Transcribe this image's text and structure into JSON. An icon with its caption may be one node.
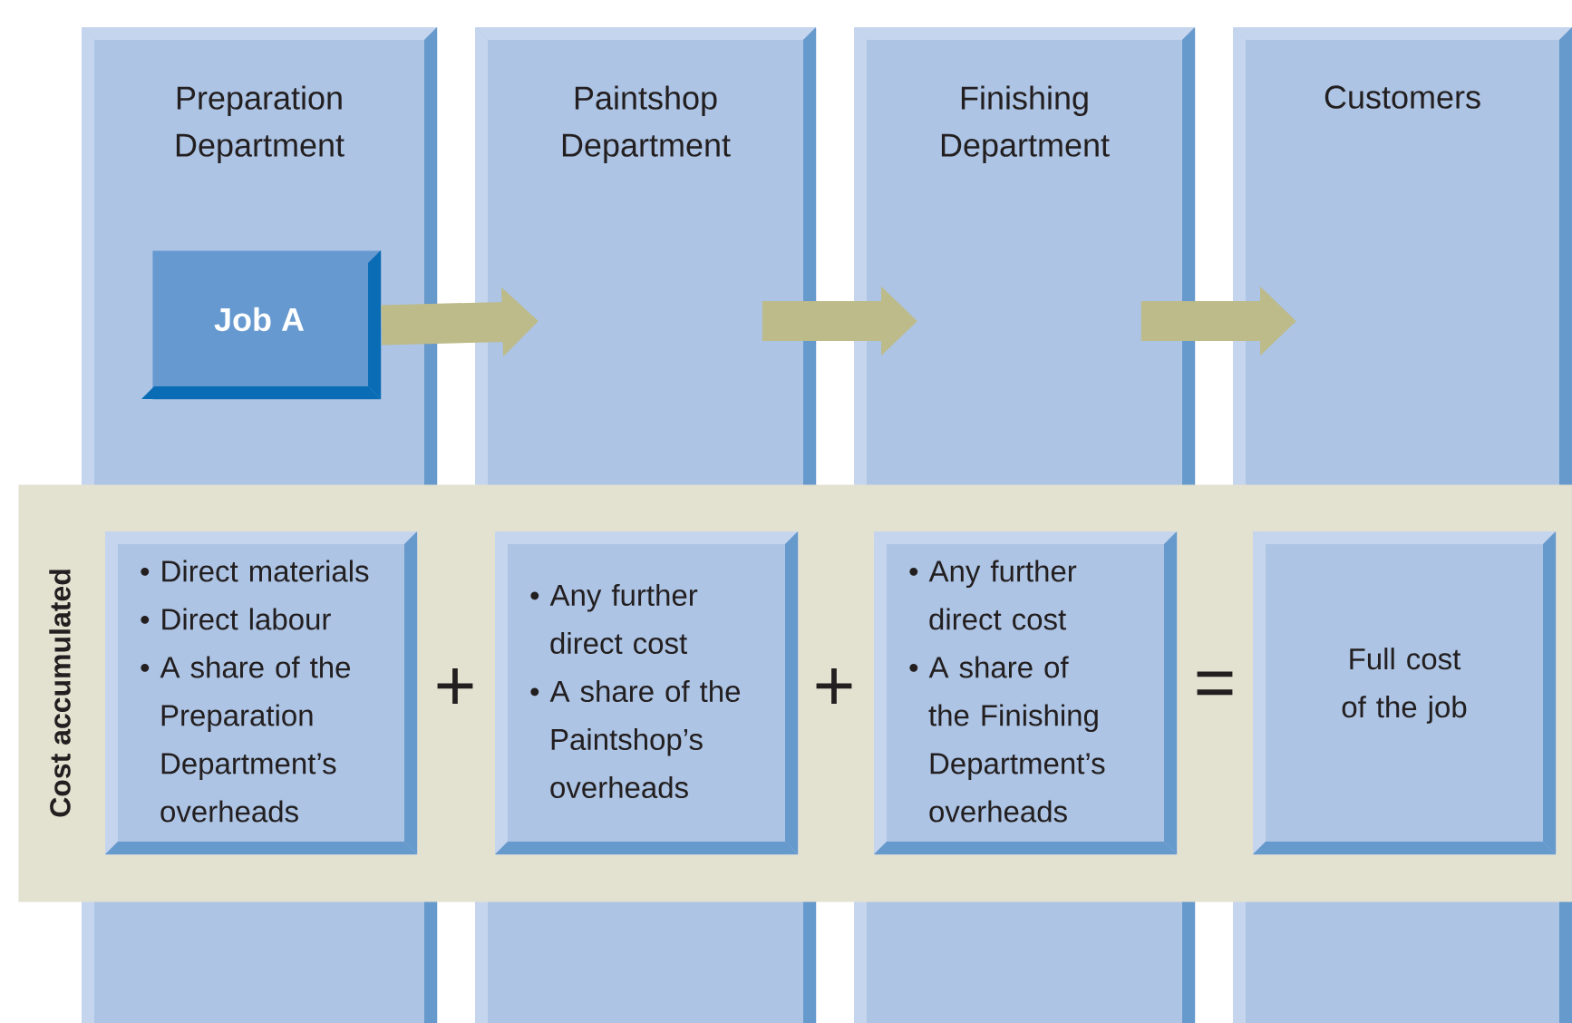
{
  "diagram": {
    "nodes": [
      {
        "text": [
          "Preparation Department"
        ]
      },
      {
        "text": [
          "Job A"
        ],
        "in": 0
      },
      {
        "text": [
          "Paintshop Department"
        ]
      },
      {
        "text": [
          "Finishing Department"
        ]
      },
      {
        "text": [
          "Customers"
        ]
      },
      {
        "text": [
          "Cost accumulated"
        ]
      },
      {
        "text": [
          "• Direct materials",
          "• Direct labour",
          "• A share of the Preparation Department’s overheads"
        ]
      },
      {
        "text": [
          "• Any further direct cost",
          "• A share of the Paintshop’s overheads"
        ]
      },
      {
        "text": [
          "• Any further direct cost",
          "• A share of the Finishing Department’s overheads"
        ]
      },
      {
        "text": [
          "Full cost of the job"
        ]
      }
    ],
    "edges": [
      {
        "from": 1,
        "to": 2,
        "arrow": "to"
      },
      {
        "from": 2,
        "to": 3,
        "arrow": "to"
      },
      {
        "from": 3,
        "to": 4,
        "arrow": "to"
      }
    ],
    "labels": [
      "+",
      "+",
      "="
    ]
  }
}
